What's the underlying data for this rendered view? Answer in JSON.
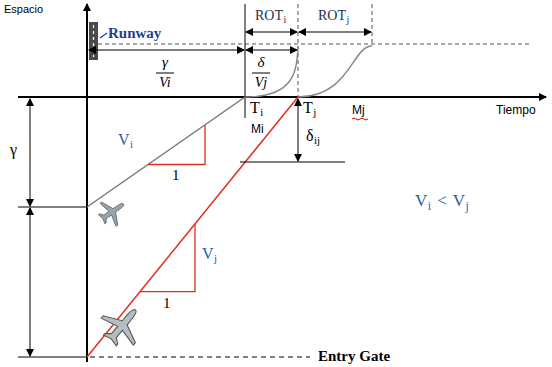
{
  "diagram": {
    "labels": [
      "Espacio",
      "Runway",
      "ROT",
      "i",
      "ROT",
      "j",
      "γ",
      "Vi",
      "δ",
      "Vj",
      "Tiempo",
      "T",
      "i",
      "Mi",
      "T",
      "j",
      "Mj",
      "V",
      "i",
      "1",
      "γ",
      "δ",
      "ij",
      "V",
      "j",
      "1",
      "V",
      "i",
      "<",
      "V",
      "j",
      "Entry Gate"
    ]
  }
}
